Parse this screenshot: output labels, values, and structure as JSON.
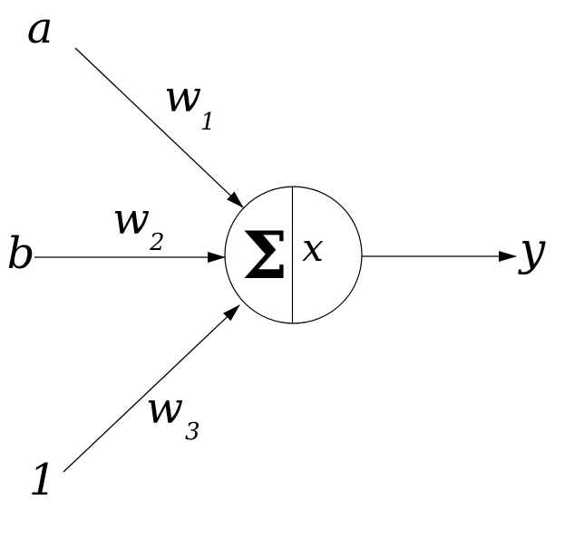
{
  "diagram": {
    "kind": "neuron-summation-unit",
    "background_color": "#ffffff",
    "line_color": "#000000",
    "inputs": [
      {
        "label": "a",
        "weight": {
          "base": "w",
          "sub": "1"
        }
      },
      {
        "label": "b",
        "weight": {
          "base": "w",
          "sub": "2"
        }
      },
      {
        "label": "1",
        "weight": {
          "base": "w",
          "sub": "3"
        }
      }
    ],
    "node": {
      "sum_symbol": "Σ",
      "inner_var": "x"
    },
    "output": {
      "label": "y"
    }
  }
}
